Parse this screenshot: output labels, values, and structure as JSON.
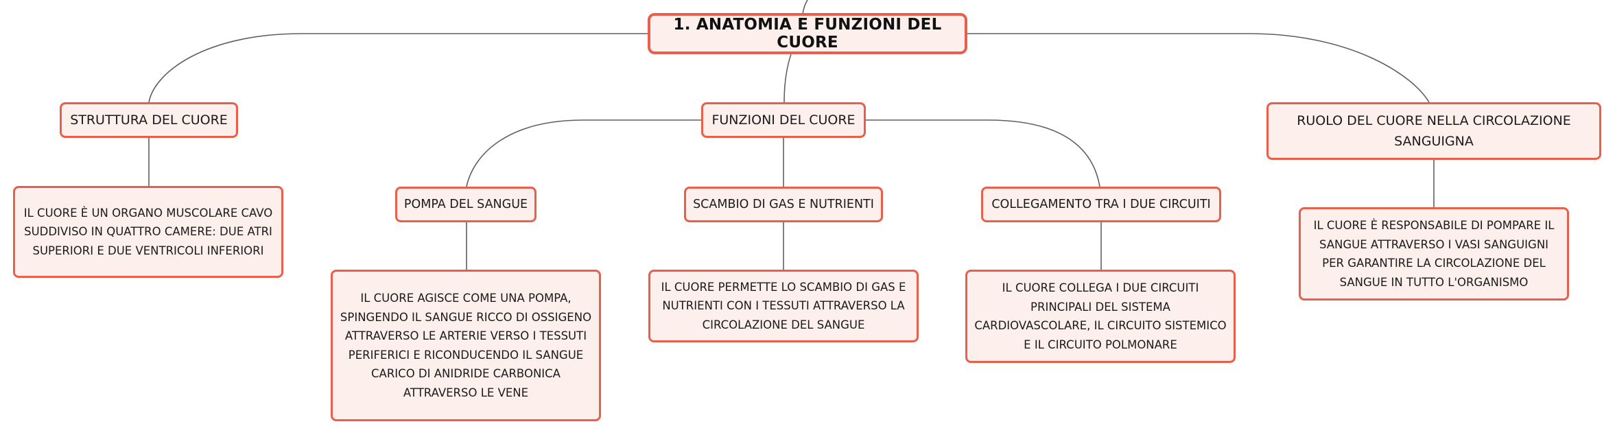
{
  "mindmap": {
    "root": "1. ANATOMIA E FUNZIONI DEL CUORE",
    "topics": {
      "struttura": {
        "label": "STRUTTURA DEL CUORE",
        "description": "IL CUORE È UN ORGANO MUSCOLARE CAVO SUDDIVISO IN QUATTRO CAMERE: DUE ATRI SUPERIORI E DUE VENTRICOLI INFERIORI"
      },
      "funzioni": {
        "label": "FUNZIONI DEL CUORE",
        "subtopics": {
          "pompa": {
            "label": "POMPA DEL SANGUE",
            "description": "IL CUORE AGISCE COME UNA POMPA, SPINGENDO IL SANGUE RICCO DI OSSIGENO ATTRAVERSO LE ARTERIE VERSO I TESSUTI PERIFERICI E RICONDUCENDO IL SANGUE CARICO DI ANIDRIDE CARBONICA ATTRAVERSO LE VENE"
          },
          "scambio": {
            "label": "SCAMBIO DI GAS E NUTRIENTI",
            "description": "IL CUORE PERMETTE LO SCAMBIO DI GAS E NUTRIENTI CON I TESSUTI ATTRAVERSO LA CIRCOLAZIONE DEL SANGUE"
          },
          "collegamento": {
            "label": "COLLEGAMENTO TRA I DUE CIRCUITI",
            "description": "IL CUORE COLLEGA I DUE CIRCUITI PRINCIPALI DEL SISTEMA CARDIOVASCOLARE, IL CIRCUITO SISTEMICO E IL CIRCUITO POLMONARE"
          }
        }
      },
      "ruolo": {
        "label": "RUOLO DEL CUORE NELLA CIRCOLAZIONE SANGUIGNA",
        "description": "IL CUORE È RESPONSABILE DI POMPARE IL SANGUE ATTRAVERSO I VASI SANGUIGNI PER GARANTIRE LA CIRCOLAZIONE DEL SANGUE IN TUTTO L'ORGANISMO"
      }
    }
  },
  "colors": {
    "node_border": "#e8604c",
    "node_fill": "#fdf0ec",
    "connector": "#5f5f5f",
    "text": "#1a1a1a"
  }
}
